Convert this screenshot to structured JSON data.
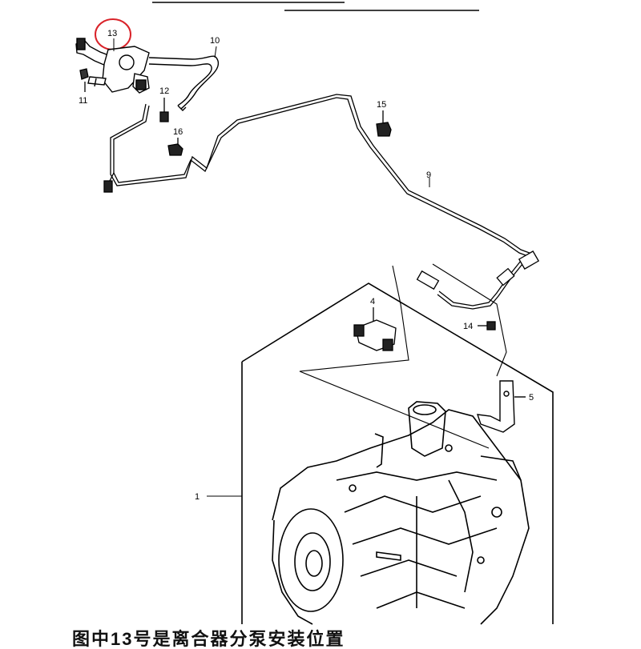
{
  "diagram": {
    "callouts": [
      {
        "id": "callout-1",
        "label": "1"
      },
      {
        "id": "callout-4",
        "label": "4"
      },
      {
        "id": "callout-5",
        "label": "5"
      },
      {
        "id": "callout-9",
        "label": "9"
      },
      {
        "id": "callout-10",
        "label": "10"
      },
      {
        "id": "callout-11",
        "label": "11"
      },
      {
        "id": "callout-12",
        "label": "12"
      },
      {
        "id": "callout-13",
        "label": "13"
      },
      {
        "id": "callout-14",
        "label": "14"
      },
      {
        "id": "callout-15",
        "label": "15"
      },
      {
        "id": "callout-16",
        "label": "16"
      }
    ],
    "highlight": {
      "label": "13",
      "color": "#d9232a"
    },
    "line_color": "#000000",
    "bottom_caption": "图中13号是离合器分泵安装位置"
  }
}
